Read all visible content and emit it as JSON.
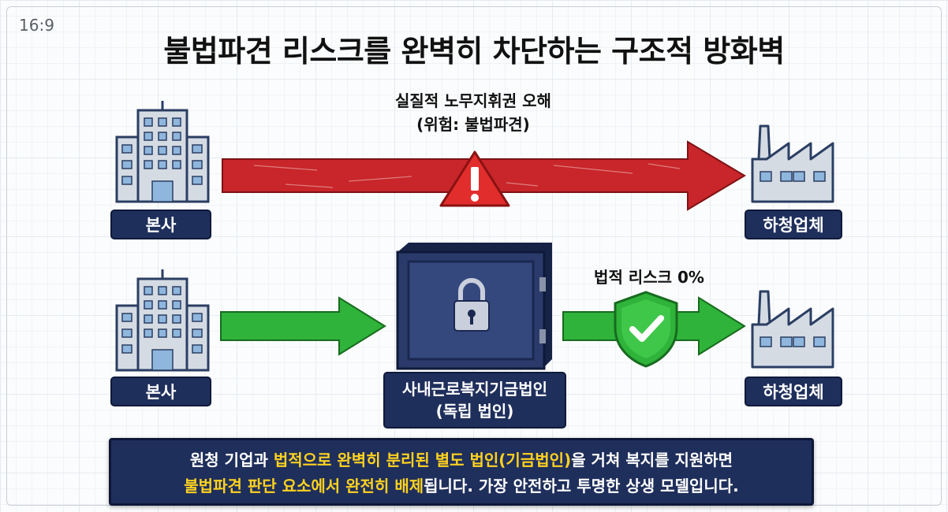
{
  "aspect_ratio_label": "16:9",
  "title": "불법파견 리스크를 완벽히 차단하는 구조적 방화벽",
  "top_row": {
    "hq_label": "본사",
    "vendor_label": "하청업체",
    "risk_caption_line1": "실질적 노무지휘권 오해",
    "risk_caption_line2": "(위험: 불법파견)",
    "arrow_color": "#c8262a"
  },
  "bottom_row": {
    "hq_label": "본사",
    "vendor_label": "하청업체",
    "corp_label_line1": "사내근로복지기금법인",
    "corp_label_line2": "(독립 법인)",
    "safe_caption": "법적 리스크 0%",
    "arrow_color": "#2fb33a"
  },
  "banner": {
    "line1_part1": "원청 기업과 ",
    "line1_part2": "법적으로 완벽히 분리된 별도 법인(기금법인)",
    "line1_part3": "을 거쳐 복지를 지원하면",
    "line2_part1": "불법파견 판단 요소에서 완전히 배제",
    "line2_part2": "됩니다. 가장 안전하고 투명한 상생 모델입니다."
  },
  "colors": {
    "navy": "#1f2f5c",
    "highlight": "#ffd21f",
    "danger": "#c8262a",
    "safe": "#2fb33a"
  }
}
